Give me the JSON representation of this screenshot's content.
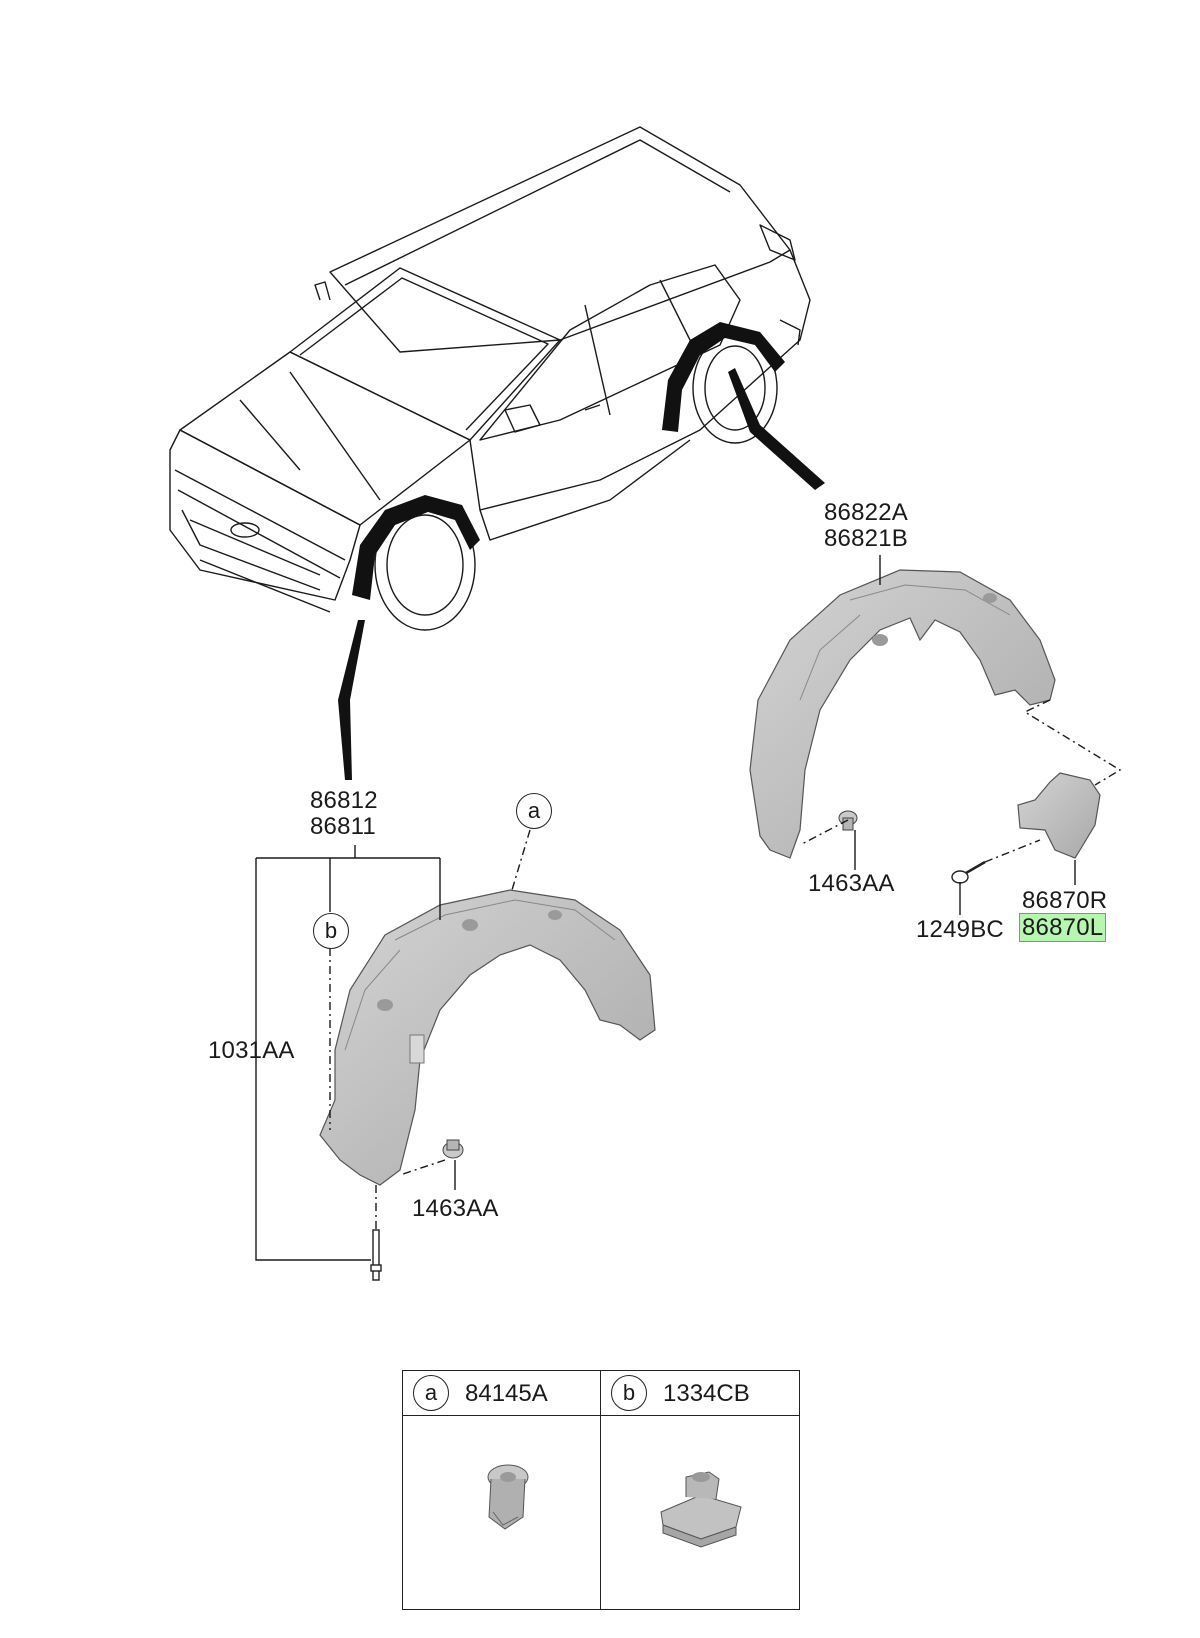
{
  "labels": {
    "rear_guard_1": "86822A",
    "rear_guard_2": "86821B",
    "front_guard_1": "86812",
    "front_guard_2": "86811",
    "front_assembly": "1031AA",
    "front_clip": "1463AA",
    "rear_clip": "1463AA",
    "mudguard_r": "86870R",
    "mudguard_l": "86870L",
    "screw": "1249BC",
    "callout_a": "a",
    "callout_b": "b"
  },
  "legend": {
    "items": [
      {
        "letter": "a",
        "code": "84145A",
        "icon": "flange-nut-icon"
      },
      {
        "letter": "b",
        "code": "1334CB",
        "icon": "clip-nut-icon"
      }
    ]
  },
  "colors": {
    "part_fill": "#bdbdbd",
    "line": "#1a1a1a",
    "highlight": "#b7f5b0"
  }
}
